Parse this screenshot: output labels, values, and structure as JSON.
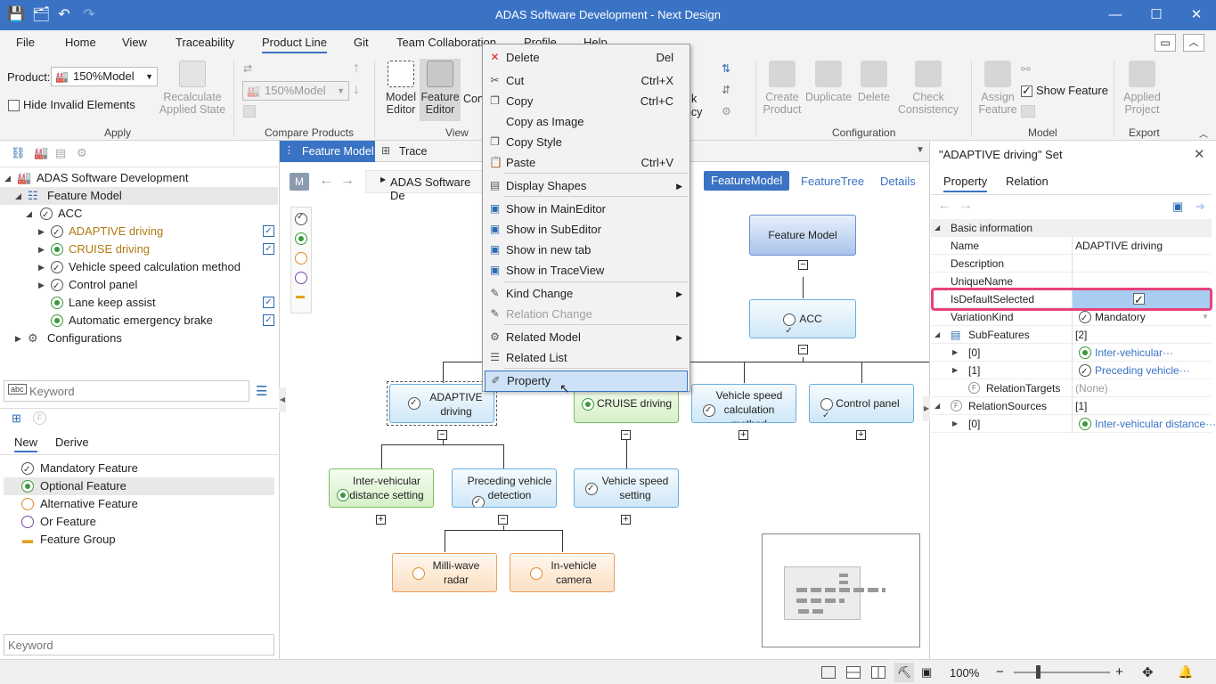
{
  "window": {
    "title": "ADAS Software Development - Next Design"
  },
  "menu": [
    "File",
    "Home",
    "View",
    "Traceability",
    "Product Line",
    "Git",
    "Team Collaboration",
    "Profile",
    "Help"
  ],
  "menu_active": "Product Line",
  "ribbon": {
    "product_label": "Product:",
    "product_value": "150%Model",
    "hide_invalid": "Hide Invalid Elements",
    "recalc": "Recalculate Applied State",
    "apply_group": "Apply",
    "compare_value": "150%Model",
    "compare_group": "Compare Products",
    "model_editor": "Model Editor",
    "feature_editor": "Feature Editor",
    "con": "Con",
    "view_group": "View",
    "ency": "ency",
    "k": "k",
    "create_product": "Create Product",
    "duplicate": "Duplicate",
    "delete": "Delete",
    "check_consistency": "Check Consistency",
    "config_group": "Configuration",
    "assign_feature": "Assign Feature",
    "show_feature": "Show Feature",
    "model_group": "Model",
    "applied_project": "Applied Project",
    "export_group": "Export"
  },
  "tree": {
    "root": "ADAS Software Development",
    "feature_model": "Feature Model",
    "acc": "ACC",
    "items": [
      "ADAPTIVE driving",
      "CRUISE driving",
      "Vehicle speed calculation method",
      "Control panel",
      "Lane keep assist",
      "Automatic emergency brake"
    ],
    "configurations": "Configurations"
  },
  "search1": {
    "placeholder": "Keyword"
  },
  "palette": {
    "tabs": [
      "New",
      "Derive"
    ],
    "items": [
      "Mandatory Feature",
      "Optional Feature",
      "Alternative Feature",
      "Or Feature",
      "Feature Group"
    ]
  },
  "search2": {
    "placeholder": "Keyword"
  },
  "editor": {
    "tab1": "Feature Model",
    "tab2": "Trace",
    "m": "M",
    "breadcrumb": "ADAS Software De",
    "view_tabs": [
      "FeatureModel",
      "FeatureTree",
      "Details"
    ],
    "nodes": {
      "root": "Feature Model",
      "acc": "ACC",
      "adaptive": "ADAPTIVE driving",
      "cruise": "CRUISE driving",
      "vspeed": "Vehicle speed calculation method",
      "control": "Control panel",
      "intervehicular": "Inter-vehicular distance setting",
      "preceding": "Preceding vehicle detection",
      "vspeedset": "Vehicle speed setting",
      "milli": "Milli-wave radar",
      "camera": "In-vehicle camera"
    }
  },
  "context_menu": [
    {
      "label": "Delete",
      "shortcut": "Del",
      "icon": "delete-icon"
    },
    {
      "label": "Cut",
      "shortcut": "Ctrl+X",
      "icon": "cut-icon"
    },
    {
      "label": "Copy",
      "shortcut": "Ctrl+C",
      "icon": "copy-icon"
    },
    {
      "label": "Copy as Image",
      "shortcut": ""
    },
    {
      "label": "Copy Style",
      "shortcut": "",
      "icon": "copy-style-icon"
    },
    {
      "label": "Paste",
      "shortcut": "Ctrl+V",
      "icon": "paste-icon"
    },
    {
      "label": "Display Shapes",
      "submenu": true
    },
    {
      "label": "Show in MainEditor"
    },
    {
      "label": "Show in SubEditor"
    },
    {
      "label": "Show in new tab"
    },
    {
      "label": "Show in TraceView"
    },
    {
      "label": "Kind Change",
      "submenu": true
    },
    {
      "label": "Relation Change",
      "disabled": true
    },
    {
      "label": "Related Model",
      "submenu": true
    },
    {
      "label": "Related List"
    },
    {
      "label": "Property",
      "highlighted": true
    }
  ],
  "inspector": {
    "title": "\"ADAPTIVE driving\" Set",
    "tabs": [
      "Property",
      "Relation"
    ],
    "section": "Basic information",
    "rows": [
      {
        "k": "Name",
        "v": "ADAPTIVE driving"
      },
      {
        "k": "Description",
        "v": ""
      },
      {
        "k": "UniqueName",
        "v": ""
      },
      {
        "k": "IsDefaultSelected",
        "v": ""
      },
      {
        "k": "VariationKind",
        "v": "Mandatory"
      },
      {
        "k": "SubFeatures",
        "v": "[2]"
      },
      {
        "k": "[0]",
        "v": "Inter-vehicular···"
      },
      {
        "k": "[1]",
        "v": "Preceding vehicle···"
      },
      {
        "k": "RelationTargets",
        "v": "(None)"
      },
      {
        "k": "RelationSources",
        "v": "[1]"
      },
      {
        "k": "[0]",
        "v": "Inter-vehicular distance···"
      }
    ]
  },
  "status": {
    "zoom": "100%"
  }
}
